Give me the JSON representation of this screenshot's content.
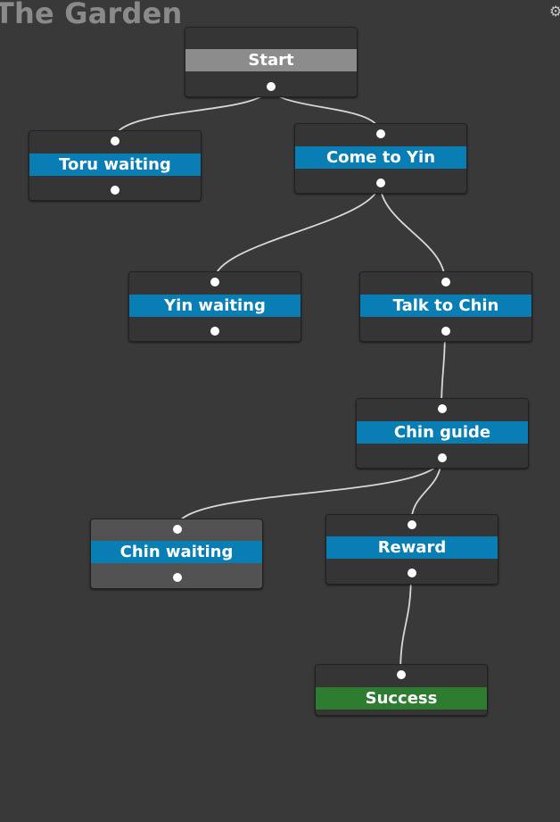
{
  "graph": {
    "title": "The Garden",
    "settings_icon": "gear-icon",
    "colors": {
      "background": "#393939",
      "task_bar": "#087eb5",
      "root_bar": "#8c8c8c",
      "success_bar": "#2e7c2f",
      "edge": "#d8d8d8"
    },
    "nodes": {
      "start": {
        "label": "Start"
      },
      "toru_waiting": {
        "label": "Toru waiting"
      },
      "come_to_yin": {
        "label": "Come to Yin"
      },
      "yin_waiting": {
        "label": "Yin waiting"
      },
      "talk_to_chin": {
        "label": "Talk to Chin"
      },
      "chin_guide": {
        "label": "Chin guide"
      },
      "chin_waiting": {
        "label": "Chin waiting"
      },
      "reward": {
        "label": "Reward"
      },
      "success": {
        "label": "Success"
      }
    },
    "edges": [
      {
        "from": "start",
        "to": "toru_waiting"
      },
      {
        "from": "start",
        "to": "come_to_yin"
      },
      {
        "from": "come_to_yin",
        "to": "yin_waiting"
      },
      {
        "from": "come_to_yin",
        "to": "talk_to_chin"
      },
      {
        "from": "talk_to_chin",
        "to": "chin_guide"
      },
      {
        "from": "chin_guide",
        "to": "chin_waiting"
      },
      {
        "from": "chin_guide",
        "to": "reward"
      },
      {
        "from": "reward",
        "to": "success"
      }
    ]
  }
}
